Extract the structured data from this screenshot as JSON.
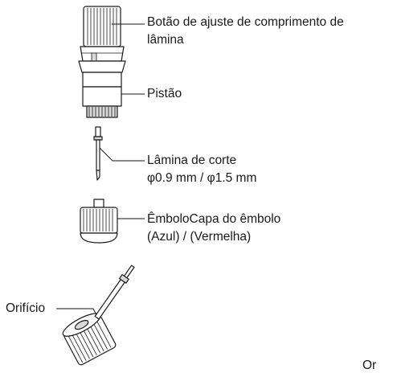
{
  "labels": {
    "knob_line1": "Botão de ajuste de comprimento de",
    "knob_line2": "lâmina",
    "piston": "Pistão",
    "blade_line1": "Lâmina de corte",
    "blade_line2": "φ0.9 mm / φ1.5 mm",
    "cap_line1": "ÊmboloCapa do êmbolo",
    "cap_line2": "(Azul) / (Vermelha)",
    "hole": "Orifício",
    "cut_off": "Or"
  },
  "colors": {
    "ink": "#1a1a1a",
    "fill": "#ffffff",
    "shade": "#d9d9d9"
  }
}
